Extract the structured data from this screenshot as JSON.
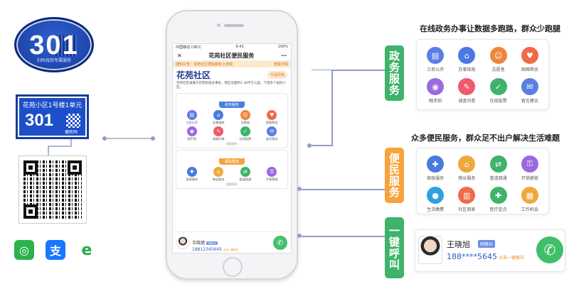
{
  "left": {
    "oval_plate": {
      "number": "301",
      "small_text": "扫码找到专属服务"
    },
    "door_plate": {
      "title": "花苑小区1号楼1单元",
      "number": "301",
      "qr_label": "便民码"
    }
  },
  "phone": {
    "status": {
      "carrier": "中国移动 CMCC",
      "time": "9:41",
      "battery": "100%"
    },
    "nav": {
      "close": "✕",
      "title": "花苑社区便民服务",
      "more": "⋯"
    },
    "notice": {
      "text": "通知公告：花苑社区便民服务上线啦",
      "link": "查看详情"
    },
    "community": {
      "name": "花苑社区",
      "tag": "专属网格"
    },
    "intro": "花苑社区隶属于花苑街道办事处，辖区总面积1.38平方公里，下辖多个居民小区。",
    "gov": {
      "header": "政务服务",
      "items": [
        {
          "label": "三务公开",
          "color": "#5b7ee5",
          "glyph": "▤"
        },
        {
          "label": "办事指南",
          "color": "#4b79e0",
          "glyph": "⌂"
        },
        {
          "label": "志愿者",
          "color": "#f0843c",
          "glyph": "☺"
        },
        {
          "label": "困难帮扶",
          "color": "#f06a4a",
          "glyph": "♥"
        },
        {
          "label": "随手拍",
          "color": "#9a6ae0",
          "glyph": "◉"
        },
        {
          "label": "调查问卷",
          "color": "#f05a6a",
          "glyph": "✎"
        },
        {
          "label": "在线投票",
          "color": "#3fb36a",
          "glyph": "✓"
        },
        {
          "label": "留言建议",
          "color": "#5b7ee5",
          "glyph": "✉"
        }
      ],
      "more": "查看更多"
    },
    "civil": {
      "header": "便民服务",
      "items": [
        {
          "label": "家政服务",
          "color": "#4b79e0",
          "glyph": "✚"
        },
        {
          "label": "物业服务",
          "color": "#f0a83c",
          "glyph": "⌂"
        },
        {
          "label": "管道疏通",
          "color": "#3fb36a",
          "glyph": "⇄"
        },
        {
          "label": "开锁换锁",
          "color": "#9a6ae0",
          "glyph": "⚿"
        }
      ],
      "more": "查看更多"
    },
    "contact": {
      "name": "王晓旭",
      "tag": "网格长",
      "phone": "18812345645",
      "hint": "点击一键拨号"
    }
  },
  "right": {
    "gov": {
      "tab": "政务服务",
      "tab_color": "#3fb36a",
      "heading": "在线政务办事让数据多跑路，群众少跑腿",
      "items": [
        {
          "label": "三务公开",
          "color": "#5b7ee5",
          "glyph": "▤"
        },
        {
          "label": "办事指南",
          "color": "#4b79e0",
          "glyph": "⌂"
        },
        {
          "label": "志愿者",
          "color": "#f0843c",
          "glyph": "☺"
        },
        {
          "label": "困难帮扶",
          "color": "#f06a4a",
          "glyph": "♥"
        },
        {
          "label": "随手拍",
          "color": "#9a6ae0",
          "glyph": "◉"
        },
        {
          "label": "调查问卷",
          "color": "#f05a6a",
          "glyph": "✎"
        },
        {
          "label": "在线投票",
          "color": "#3fb36a",
          "glyph": "✓"
        },
        {
          "label": "留言建议",
          "color": "#5b7ee5",
          "glyph": "✉"
        }
      ]
    },
    "civil": {
      "tab": "便民服务",
      "tab_color": "#f6a33c",
      "heading": "众多便民服务，群众足不出户解决生活难题",
      "items": [
        {
          "label": "家政服务",
          "color": "#4b79e0",
          "glyph": "✚"
        },
        {
          "label": "物业服务",
          "color": "#f0a83c",
          "glyph": "⌂"
        },
        {
          "label": "管道疏通",
          "color": "#3fb36a",
          "glyph": "⇄"
        },
        {
          "label": "开锁换锁",
          "color": "#9a6ae0",
          "glyph": "⚿"
        },
        {
          "label": "生活缴费",
          "color": "#2fa0e0",
          "glyph": "●"
        },
        {
          "label": "社区商家",
          "color": "#f06a4a",
          "glyph": "▥"
        },
        {
          "label": "医疗定点",
          "color": "#3fb36a",
          "glyph": "✚"
        },
        {
          "label": "工作机会",
          "color": "#f0a83c",
          "glyph": "▦"
        }
      ]
    },
    "call": {
      "tab": "一键呼叫",
      "tab_color": "#3fb36a",
      "name": "王晓旭",
      "tag": "网格长",
      "phone": "188****5645",
      "hint": "点击一键拨号"
    }
  }
}
